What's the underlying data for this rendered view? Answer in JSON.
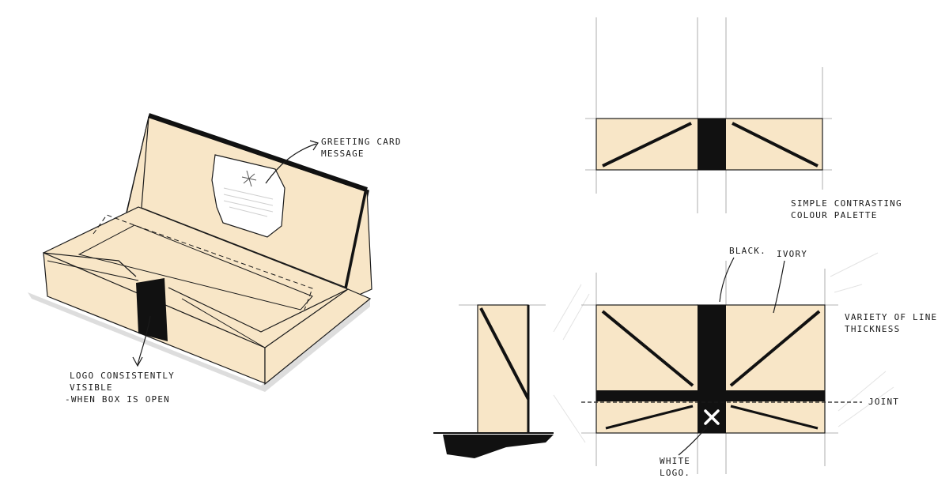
{
  "colors": {
    "ivory": "#f8e6c7",
    "black": "#111111",
    "ink": "#1a1a1a",
    "shadow": "#d8d8d8",
    "guide": "#9a9a9a"
  },
  "annotations": {
    "greeting_card": [
      "GREETING CARD",
      "MESSAGE"
    ],
    "logo_visible": [
      "LOGO CONSISTENTLY",
      "VISIBLE",
      "-WHEN BOX IS OPEN"
    ],
    "palette": [
      "SIMPLE CONTRASTING",
      "COLOUR PALETTE"
    ],
    "black": "BLACK.",
    "ivory": "IVORY",
    "line_thickness": [
      "VARIETY OF LINE",
      "THICKNESS"
    ],
    "joint": "JOINT",
    "white_logo": [
      "WHITE",
      "LOGO."
    ]
  },
  "icons": [
    "logo-star-icon",
    "logo-cross-icon"
  ]
}
